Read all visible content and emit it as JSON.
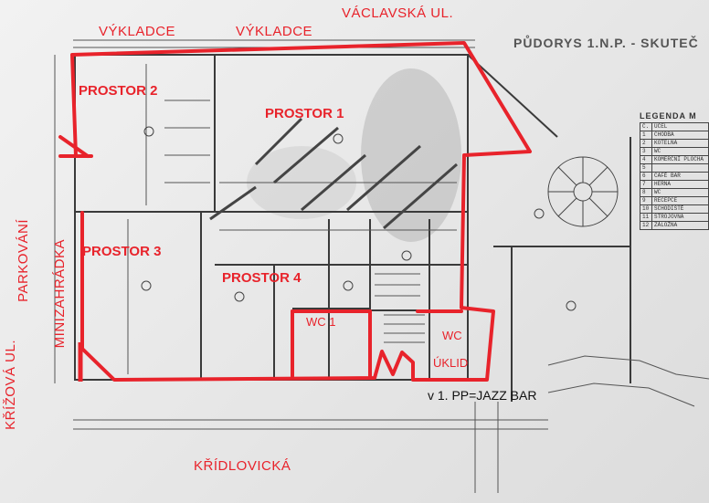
{
  "title": "PŮDORYS 1.N.P. - SKUTEČ",
  "streets": {
    "top_left": "VÝKLADCE",
    "top_middle": "VÝKLADCE",
    "top_right": "VÁCLAVSKÁ UL.",
    "bottom": "KŘÍDLOVICKÁ",
    "left_outer": "KŘÍŽOVÁ UL.",
    "left_parking": "PARKOVÁNÍ",
    "left_garden": "MINIZAHRÁDKA"
  },
  "rooms": {
    "prostor_1": "PROSTOR 1",
    "prostor_2": "PROSTOR 2",
    "prostor_3": "PROSTOR 3",
    "prostor_4": "PROSTOR 4",
    "wc_1": "WC 1",
    "wc_2": "WC",
    "uklid": "ÚKLID"
  },
  "note": "v 1. PP=JAZZ BAR",
  "legend": {
    "title": "LEGENDA M",
    "header": [
      "Č.",
      "ÚČEL"
    ],
    "rows": [
      [
        "1",
        "CHODBA"
      ],
      [
        "2",
        "KOTELNA"
      ],
      [
        "3",
        "WC"
      ],
      [
        "4",
        "KOMERČNÍ PLOCHA"
      ],
      [
        "5",
        ""
      ],
      [
        "6",
        "CAFÉ BAR"
      ],
      [
        "7",
        "HERNA"
      ],
      [
        "8",
        "WC"
      ],
      [
        "9",
        "RECEPCE"
      ],
      [
        "10",
        "SCHODIŠTĚ"
      ],
      [
        "11",
        "STROJOVNA"
      ],
      [
        "12",
        "ZÁLOŽNA"
      ]
    ]
  },
  "colors": {
    "outline": "#e8232b",
    "labels": "#e8232b",
    "drawing": "#3a3a3a"
  }
}
